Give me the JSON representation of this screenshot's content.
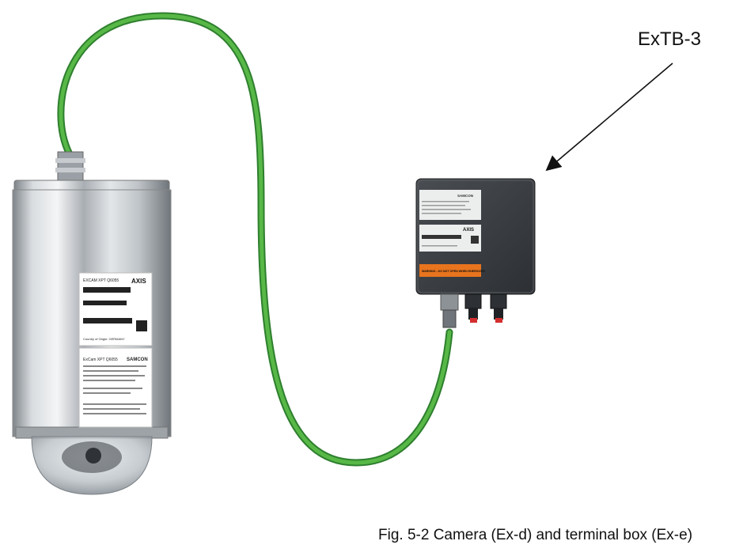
{
  "callout": {
    "label": "ExTB-3"
  },
  "caption": "Fig. 5-2 Camera (Ex-d) and terminal box (Ex-e)",
  "camera": {
    "label_brand": "AXIS",
    "label_model": "EXCAM XPT Q6055",
    "label2_model": "ExCam XPT Q6055",
    "label2_brand": "SAMCON",
    "label_country": "Country of Origin: GERMANY"
  },
  "terminal_box": {
    "label_brand_top": "SAMCON",
    "label_brand_mid": "AXIS",
    "warning_text": "WARNING - DO NOT OPEN WHEN ENERGIZED"
  },
  "colors": {
    "cable": "#3a9c3a",
    "cable_highlight": "#6fcf5a",
    "box": "#3b3e42",
    "steel": "#c9cdd1",
    "warning": "#e8741e"
  }
}
